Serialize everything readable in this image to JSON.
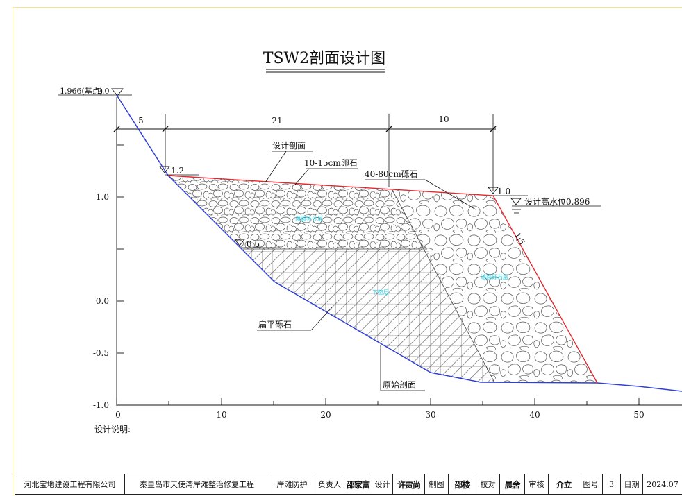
{
  "title": "TSW2剖面设计图",
  "benchmark": {
    "label": "1.966(基点)",
    "overlap": "2.0"
  },
  "dimensions": [
    "5",
    "21",
    "10"
  ],
  "elevation_marks": [
    "1.2",
    "0.5",
    "1.0"
  ],
  "design_water_level": "设计高水位0.896",
  "slope_ratio": "1:5",
  "callouts": {
    "design_profile": "设计剖面",
    "cobble": "10-15cm卵石",
    "gravel": "40-80cm砾石",
    "flat_gravel": "扁平砾石",
    "original_profile": "原始剖面"
  },
  "zone_labels": [
    "滩面补沙层",
    "下垫层",
    "滩面砾石层"
  ],
  "y_ticks": [
    "1.0",
    "0.0",
    "-0.5",
    "-1.0"
  ],
  "x_ticks": [
    "0",
    "10",
    "20",
    "30",
    "40",
    "50"
  ],
  "notes_label": "设计说明:",
  "colors": {
    "design_line": "#e8262f",
    "original_line": "#2f3fd6",
    "frame": "#f5e97a",
    "zone_label": "#19d2e8"
  },
  "title_block": {
    "company": "河北宝地建设工程有限公司",
    "project": "秦皇岛市天使湾岸滩整治修复工程",
    "section": "岸滩防护",
    "responsible_label": "负责人",
    "responsible_sig": "邵家富",
    "design_label": "设计",
    "design_sig": "许贾尚",
    "drawn_label": "制图",
    "drawn_sig": "邵楼",
    "check_label": "校对",
    "check_sig": "晨舍",
    "review_label": "审核",
    "review_sig": "介立",
    "drawing_no_label": "图号",
    "drawing_no": "3",
    "date_label": "日期",
    "date": "2024.07"
  }
}
